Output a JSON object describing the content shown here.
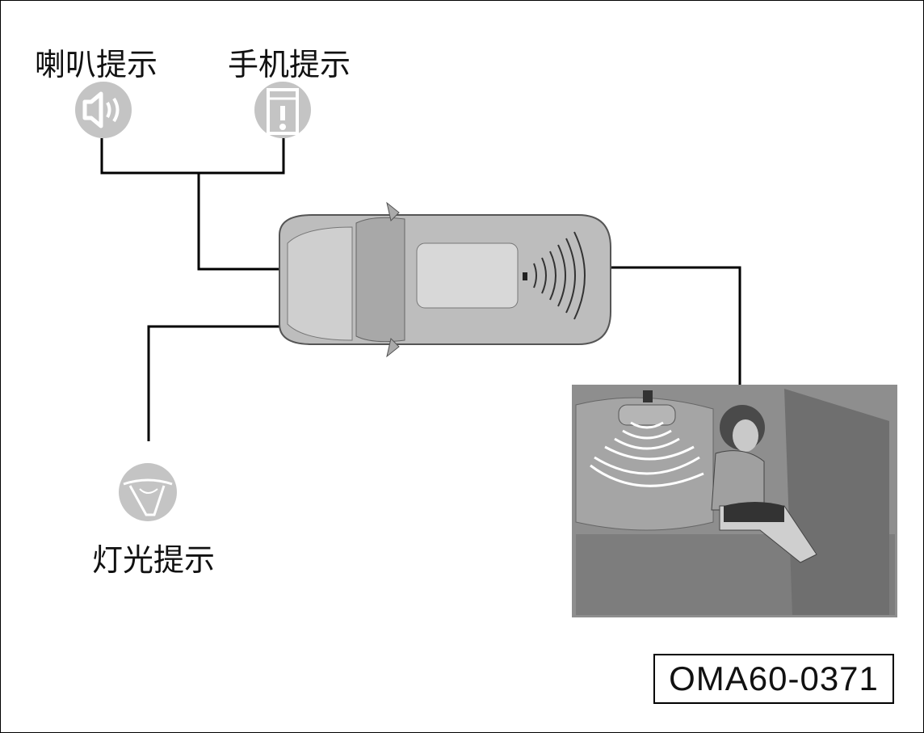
{
  "labels": {
    "horn": "喇叭提示",
    "phone": "手机提示",
    "light": "灯光提示"
  },
  "figure_code": "OMA60-0371",
  "icons": [
    "speaker-icon",
    "phone-alert-icon",
    "headlight-icon"
  ],
  "colors": {
    "icon_bg": "#c4c4c4",
    "line": "#000000",
    "car": "#b8b8b8",
    "photo": "#9a9a9a"
  }
}
